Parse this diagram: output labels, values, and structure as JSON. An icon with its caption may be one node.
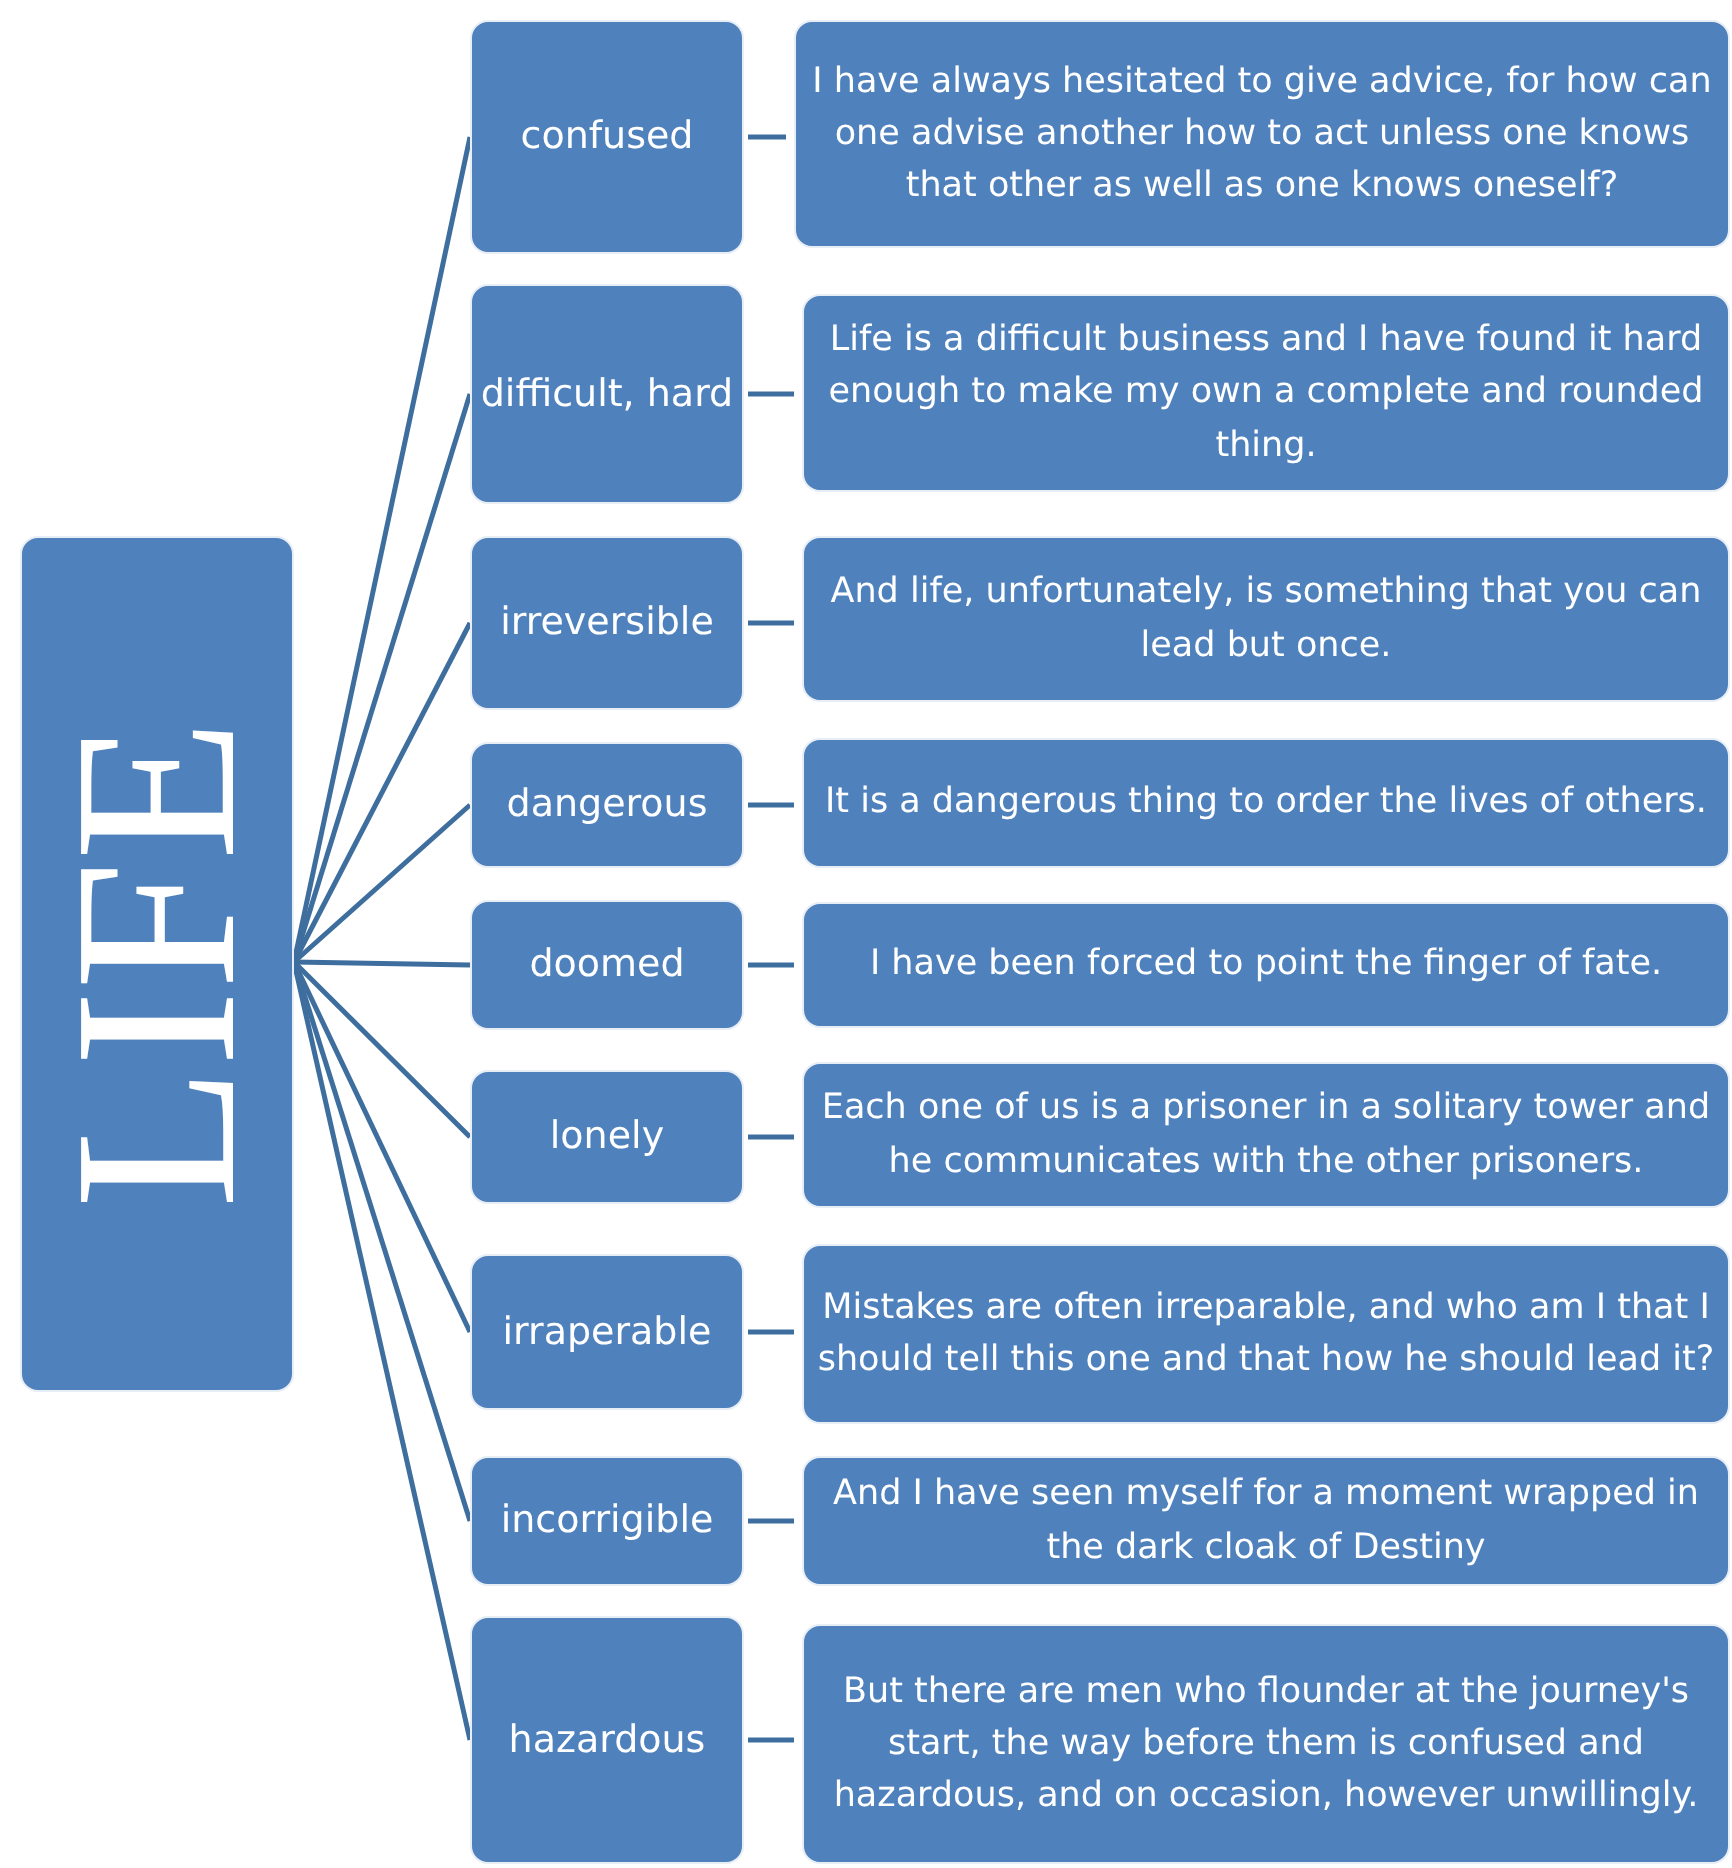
{
  "diagram": {
    "nodes": [
      {
        "text": [
          "LIFE"
        ]
      },
      {
        "text": [
          "confused"
        ]
      },
      {
        "text": [
          "I have always hesitated to give advice, for how can one advise another how to act unless one knows that other as well as one knows oneself?"
        ]
      },
      {
        "text": [
          "difficult, hard"
        ]
      },
      {
        "text": [
          "Life is a difficult business and I have found it hard enough to make my own a complete and rounded thing."
        ]
      },
      {
        "text": [
          "irreversible"
        ]
      },
      {
        "text": [
          "And life, unfortunately, is something that you can lead but once."
        ]
      },
      {
        "text": [
          "dangerous"
        ]
      },
      {
        "text": [
          "It is a dangerous thing to order the lives of others."
        ]
      },
      {
        "text": [
          "doomed"
        ]
      },
      {
        "text": [
          "I have been forced to point the finger of fate."
        ]
      },
      {
        "text": [
          "lonely"
        ]
      },
      {
        "text": [
          "Each one of us is a prisoner in a solitary tower and he communicates with the other prisoners."
        ]
      },
      {
        "text": [
          "irraperable"
        ]
      },
      {
        "text": [
          "Mistakes are often irreparable, and who am I that I should tell this one and that how he should lead it?"
        ]
      },
      {
        "text": [
          "incorrigible"
        ]
      },
      {
        "text": [
          "And I have seen myself for a moment wrapped in the dark cloak of Destiny"
        ]
      },
      {
        "text": [
          "hazardous"
        ]
      },
      {
        "text": [
          "But there are men who flounder at the journey's start, the way before them is confused and hazardous, and on occasion, however unwillingly."
        ]
      }
    ],
    "edges": [
      {
        "from": 0,
        "to": 1,
        "arrow": "none"
      },
      {
        "from": 0,
        "to": 3,
        "arrow": "none"
      },
      {
        "from": 0,
        "to": 5,
        "arrow": "none"
      },
      {
        "from": 0,
        "to": 7,
        "arrow": "none"
      },
      {
        "from": 0,
        "to": 9,
        "arrow": "none"
      },
      {
        "from": 0,
        "to": 11,
        "arrow": "none"
      },
      {
        "from": 0,
        "to": 13,
        "arrow": "none"
      },
      {
        "from": 0,
        "to": 15,
        "arrow": "none"
      },
      {
        "from": 0,
        "to": 17,
        "arrow": "none"
      },
      {
        "from": 1,
        "to": 2,
        "arrow": "none"
      },
      {
        "from": 3,
        "to": 4,
        "arrow": "none"
      },
      {
        "from": 5,
        "to": 6,
        "arrow": "none"
      },
      {
        "from": 7,
        "to": 8,
        "arrow": "none"
      },
      {
        "from": 9,
        "to": 10,
        "arrow": "none"
      },
      {
        "from": 11,
        "to": 12,
        "arrow": "none"
      },
      {
        "from": 13,
        "to": 14,
        "arrow": "none"
      },
      {
        "from": 15,
        "to": 16,
        "arrow": "none"
      },
      {
        "from": 17,
        "to": 18,
        "arrow": "none"
      }
    ]
  }
}
